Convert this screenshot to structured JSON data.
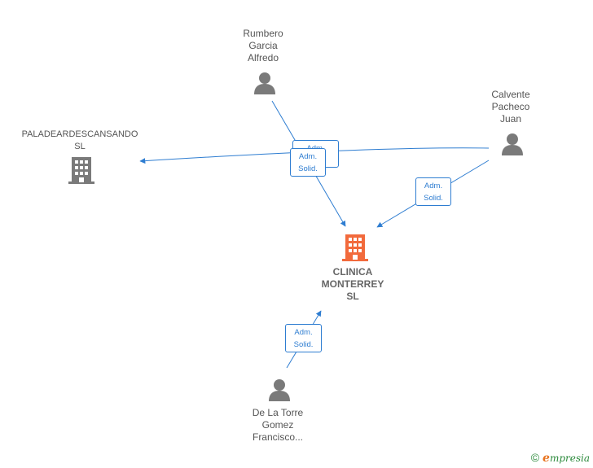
{
  "nodes": {
    "rumbero": {
      "lines": [
        "Rumbero",
        "Garcia",
        "Alfredo"
      ]
    },
    "calvente": {
      "lines": [
        "Calvente",
        "Pacheco",
        "Juan"
      ]
    },
    "paladear": {
      "lines": [
        "PALADEARDESCANSANDO",
        "SL"
      ]
    },
    "clinica": {
      "lines": [
        "CLINICA",
        "MONTERREY",
        "SL"
      ]
    },
    "delatorre": {
      "lines": [
        "De La Torre",
        "Gomez",
        "Francisco..."
      ]
    }
  },
  "edge_labels": {
    "rumbero_clinica": [
      "Adm.",
      "Solid."
    ],
    "calvente_paladear": [
      "Adm.",
      "Solid."
    ],
    "calvente_clinica": [
      "Adm.",
      "Solid."
    ],
    "delatorre_clinica": [
      "Adm.",
      "Solid."
    ]
  },
  "colors": {
    "edge": "#2e7dd1",
    "person": "#7a7a7a",
    "company": "#7a7a7a",
    "main_company": "#f26a3c"
  },
  "footer": {
    "copyright": "©",
    "brand_initial": "e",
    "brand_rest": "mpresia"
  }
}
